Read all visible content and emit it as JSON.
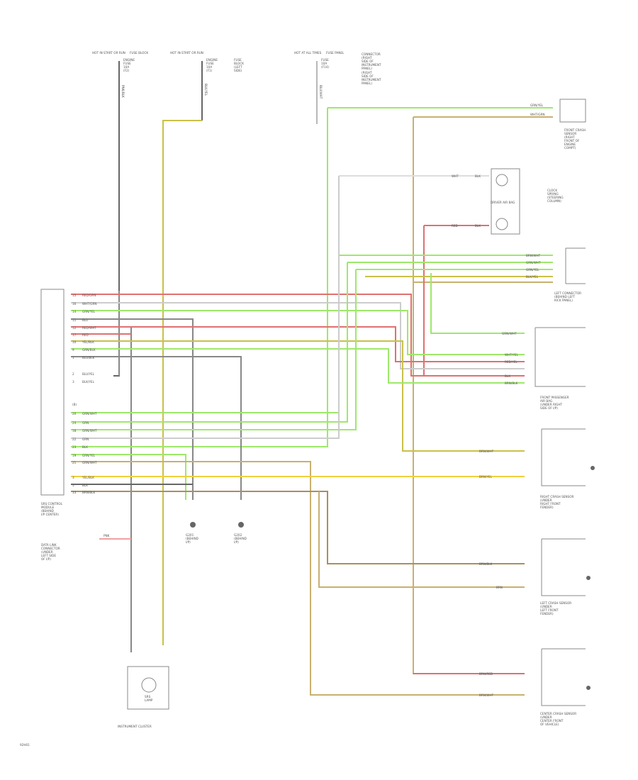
{
  "diagram": {
    "top_labels": {
      "hot_in_start_run": "HOT IN START OR RUN",
      "fuse_block": "FUSE BLOCK",
      "hot_in_start_run_2": "HOT IN START OR RUN",
      "fuse_panel": "FUSE PANEL",
      "hot_at_all_times": "HOT AT ALL TIMES"
    },
    "fuse_notes": {
      "fuse1": [
        "ENGINE",
        "FUSE",
        "10A",
        "(F2)"
      ],
      "fuse2": [
        "ENGINE",
        "FUSE",
        "10A",
        "(F1)"
      ],
      "fuse2b": [
        "FUSE",
        "BLOCK",
        "(LEFT",
        "SIDE)"
      ],
      "fuse3": [
        "FUSE",
        "10A",
        "(F14)"
      ],
      "fuse3b": [
        "(RIGHT",
        "SIDE OF",
        "INSTRUMENT",
        "PANEL)"
      ],
      "fuse3c": [
        "CONNECTOR",
        "(RIGHT",
        "SIDE OF",
        "INSTRUMENT",
        "PANEL)"
      ]
    },
    "vertical_wire_labels": {
      "w1": "PNK/BLK",
      "w2": "BLK/YEL",
      "w3": "BLU/WHT"
    },
    "components": {
      "front_sensor": [
        "FRONT CRASH",
        "SENSOR",
        "(RIGHT",
        "FRONT OF",
        "ENGINE",
        "COMPT)"
      ],
      "clock_spring": [
        "CLOCK",
        "SPRING",
        "(STEERING",
        "COLUMN)"
      ],
      "driver_airbag_label": "DRIVER AIR BAG",
      "left_connector": [
        "LEFT CONNECTOR",
        "(BEHIND LEFT",
        "KICK PANEL)"
      ],
      "front_passenger": [
        "FRONT PASSENGER",
        "AIR BAG",
        "(UNDER RIGHT",
        "SIDE OF I/P)"
      ],
      "right_crash": [
        "RIGHT CRASH SENSOR",
        "(UNDER",
        "RIGHT FRONT",
        "FENDER)"
      ],
      "left_crash": [
        "LEFT CRASH SENSOR",
        "(UNDER",
        "LEFT FRONT",
        "FENDER)"
      ],
      "center_crash": [
        "CENTER CRASH SENSOR",
        "(UNDER",
        "CENTER FRONT",
        "OF VEHICLE)"
      ],
      "srs_module": [
        "SRS CONTROL",
        "MODULE",
        "(BEHIND",
        "I/P CENTER)"
      ],
      "g201": [
        "G201",
        "(BEHIND",
        "I/P)"
      ],
      "g202": [
        "G202",
        "(BEHIND",
        "I/P)"
      ],
      "instrument_cluster": "INSTRUMENT CLUSTER",
      "srs_lamp": [
        "SRS",
        "LAMP"
      ],
      "data_link": [
        "DATA LINK",
        "CONNECTOR",
        "(UNDER",
        "LEFT SIDE",
        "OF I/P)"
      ]
    },
    "module_pins": {
      "top_group": [
        {
          "pin": "15",
          "wire": "RED/GRN"
        },
        {
          "pin": "16",
          "wire": "WHT/GRN"
        },
        {
          "pin": "14",
          "wire": "GRN/YEL"
        },
        {
          "pin": "11",
          "wire": "BLU"
        },
        {
          "pin": "12",
          "wire": "RED/WHT"
        },
        {
          "pin": "17",
          "wire": "RED"
        },
        {
          "pin": "10",
          "wire": "YEL/BLK"
        },
        {
          "pin": "9",
          "wire": "GRN/BLK"
        },
        {
          "pin": "1",
          "wire": "BLU/BLK"
        },
        {
          "pin": "2",
          "wire": "BLU/YEL"
        },
        {
          "pin": "3",
          "wire": "BLK/YEL"
        }
      ],
      "bottom_header": "(B)",
      "bottom_group": [
        {
          "pin": "20",
          "wire": "GRN/WHT"
        },
        {
          "pin": "24",
          "wire": "GRN"
        },
        {
          "pin": "18",
          "wire": "GRN/WHT"
        },
        {
          "pin": "22",
          "wire": "GRN"
        },
        {
          "pin": "23",
          "wire": "BLK"
        },
        {
          "pin": "19",
          "wire": "GRN/YEL"
        },
        {
          "pin": "21",
          "wire": "GRN/WHT"
        },
        {
          "pin": "3",
          "wire": "YEL/BLK"
        },
        {
          "pin": "5",
          "wire": "BLK"
        },
        {
          "pin": "13",
          "wire": "BRN/BLK"
        }
      ]
    },
    "right_wire_labels": {
      "front_sensor_in": [
        "GRN/YEL",
        "WHT/GRN"
      ],
      "clock_spring": [
        "WHT",
        "BLK",
        "RED",
        "BLK"
      ],
      "left_connector": [
        "BRN/WHT",
        "GRN/WHT",
        "GRN/YEL",
        "BLK/YEL"
      ],
      "passenger": [
        "GRN/WHT",
        "WHT/YEL",
        "RED/YEL",
        "BLK",
        "BRN/BLK"
      ],
      "right_crash": [
        "BRN/WHT",
        "BRN/YEL"
      ],
      "left_crash": [
        "BRN/BLK",
        "BRN"
      ],
      "center_crash": [
        "BRN/RED",
        "BRN/WHT"
      ]
    },
    "data_link_wire": "PNK",
    "footer_code": "92H01"
  }
}
